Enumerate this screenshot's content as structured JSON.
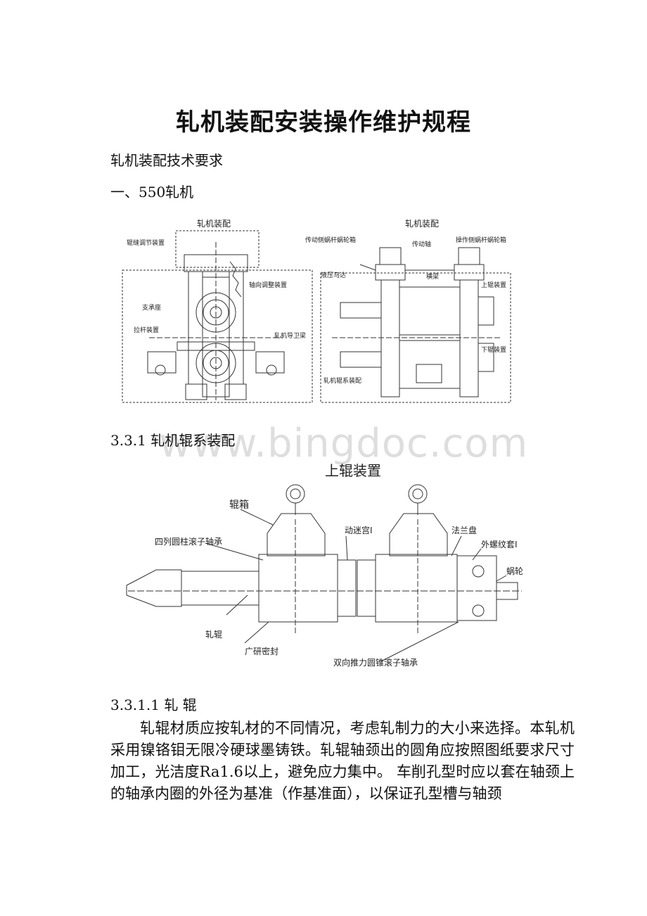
{
  "document": {
    "title": "轧机装配安装操作维护规程",
    "subtitle": "轧机装配技术要求",
    "section_1": "一、550轧机",
    "section_331": "3.3.1 轧机辊系装配",
    "section_3311": "3.3.1.1 轧 辊",
    "paragraph": "轧辊材质应按轧材的不同情况，考虑轧制力的大小来选择。本轧机采用镍铬钼无限冷硬球墨铸铁。轧辊轴颈出的圆角应按照图纸要求尺寸加工，光洁度Ra1.6以上，避免应力集中。 车削孔型时应以套在轴颈上的轴承内圈的外径为基准（作基准面），以保证孔型槽与轴颈"
  },
  "watermark": "www.bingdoc.com",
  "figure_mill": {
    "left_title": "轧机装配",
    "right_title": "轧机装配",
    "labels_left": [
      "辊缝调节装置",
      "轴向调整装置",
      "支承座",
      "拉杆装置",
      "轧机导卫梁",
      "轧机辊系装配"
    ],
    "labels_right": [
      "传动侧蜗杆蜗轮箱",
      "传动轴",
      "操作侧蜗杆蜗轮箱",
      "液压马达",
      "横梁",
      "上辊装置",
      "下辊装置"
    ]
  },
  "figure_roll": {
    "title": "上辊装置",
    "labels": [
      "辊箱",
      "四列圆柱滚子轴承",
      "动迷宫Ⅰ",
      "法兰盘",
      "外螺纹套Ⅰ",
      "蜗轮",
      "轧辊",
      "广研密封",
      "双向推力圆锥滚子轴承"
    ]
  }
}
